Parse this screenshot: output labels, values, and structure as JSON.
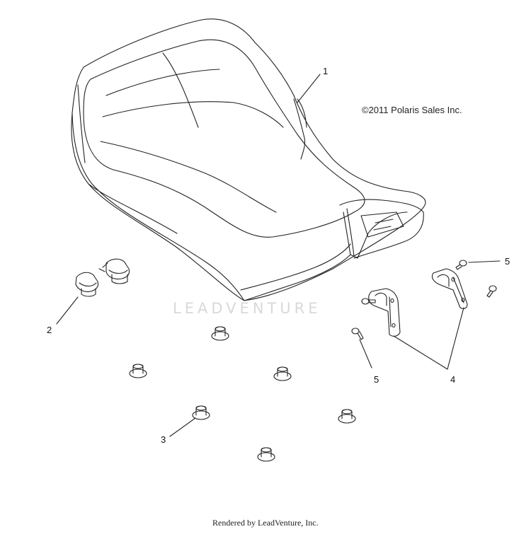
{
  "copyright": "©2011 Polaris Sales Inc.",
  "watermark": "LEADVENTURE",
  "footer": "Rendered by LeadVenture, Inc.",
  "callouts": {
    "c1": "1",
    "c2": "2",
    "c3": "3",
    "c4": "4",
    "c5a": "5",
    "c5b": "5"
  },
  "parts": [
    "seat",
    "seat-latch",
    "grommet",
    "seat-hinge-bracket",
    "bracket-bolt"
  ]
}
